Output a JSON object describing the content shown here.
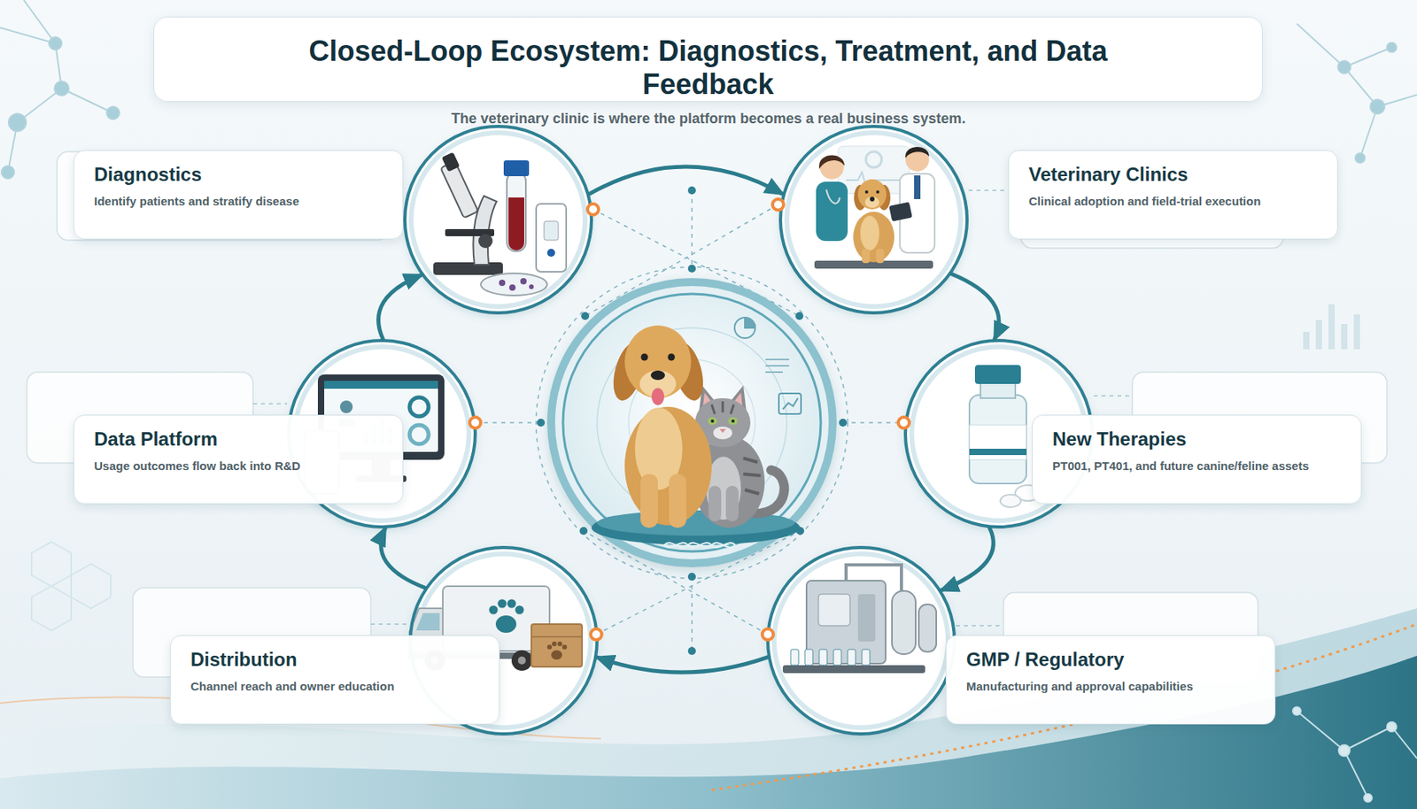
{
  "diagram": {
    "title": "Closed-Loop Ecosystem: Diagnostics, Treatment, and Data Feedback",
    "caption": "The veterinary clinic is where the platform becomes a real business system.",
    "nodes": [
      {
        "text": [
          "Diagnostics",
          "Identify patients and stratify disease"
        ]
      },
      {
        "text": [
          "Veterinary Clinics",
          "Clinical adoption and field-trial execution"
        ]
      },
      {
        "text": [
          "Data Platform",
          "Usage outcomes flow back into R&D"
        ]
      },
      {
        "text": [
          "New Therapies",
          "PT001, PT401, and future canine/feline assets"
        ]
      },
      {
        "text": [
          "Distribution",
          "Channel reach and owner education"
        ]
      },
      {
        "text": [
          "GMP / Regulatory",
          "Manufacturing and approval capabilities"
        ]
      }
    ],
    "edges": [
      {
        "from": 0,
        "to": 1,
        "arrow": "to"
      },
      {
        "from": 1,
        "to": 3,
        "arrow": "to"
      },
      {
        "from": 3,
        "to": 5,
        "arrow": "to"
      },
      {
        "from": 5,
        "to": 4,
        "arrow": "to"
      },
      {
        "from": 4,
        "to": 2,
        "arrow": "to"
      },
      {
        "from": 2,
        "to": 0,
        "arrow": "to"
      }
    ]
  }
}
